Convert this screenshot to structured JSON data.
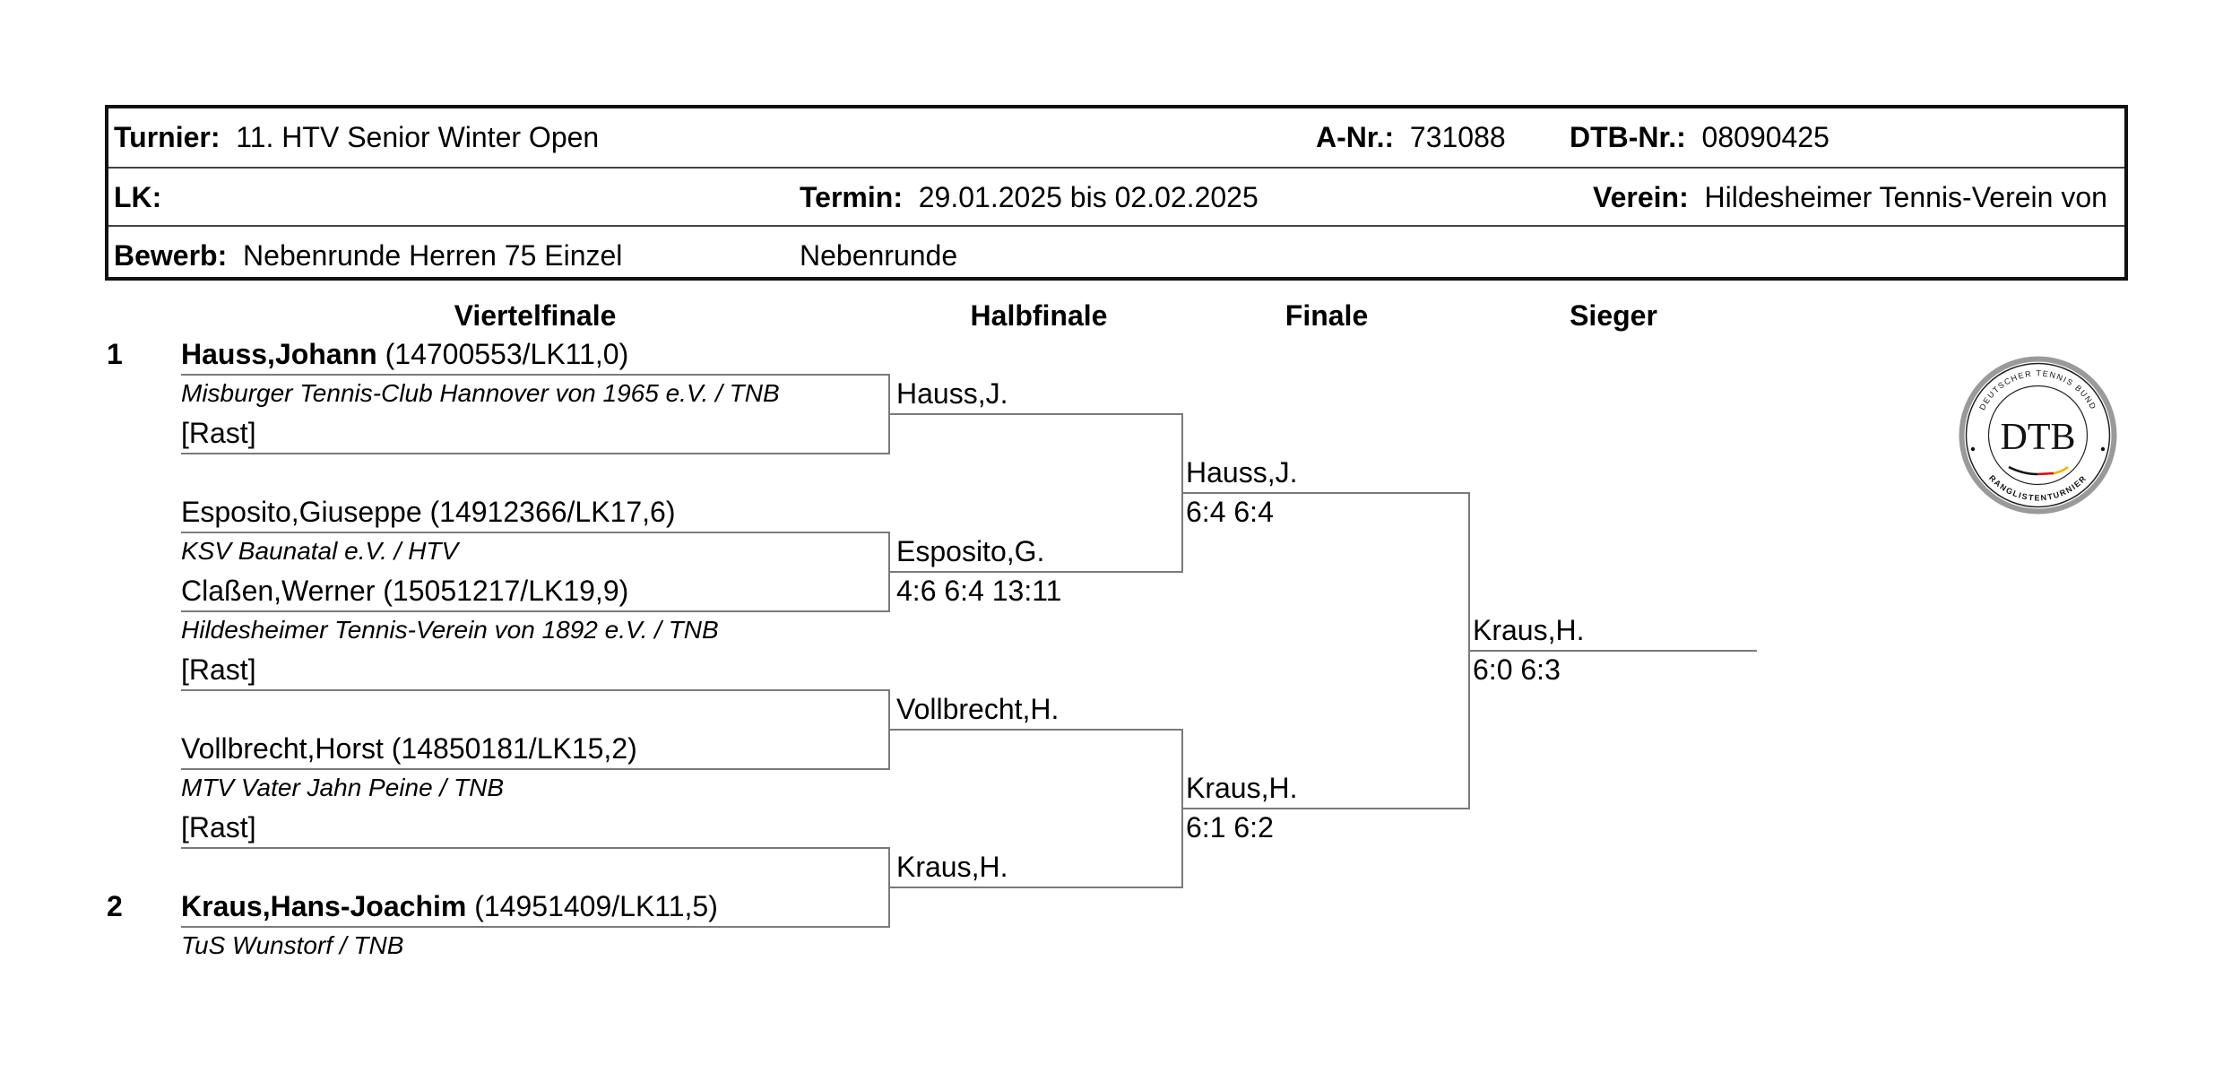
{
  "header": {
    "turnier_label": "Turnier:",
    "turnier": "11. HTV Senior Winter Open",
    "anr_label": "A-Nr.:",
    "anr": "731088",
    "dtbnr_label": "DTB-Nr.:",
    "dtbnr": "08090425",
    "lk_label": "LK:",
    "termin_label": "Termin:",
    "termin": "29.01.2025 bis 02.02.2025",
    "verein_label": "Verein:",
    "verein": "Hildesheimer Tennis-Verein von",
    "bewerb_label": "Bewerb:",
    "bewerb": "Nebenrunde Herren 75 Einzel",
    "runde": "Nebenrunde"
  },
  "rounds": [
    "Viertelfinale",
    "Halbfinale",
    "Finale",
    "Sieger"
  ],
  "players": [
    {
      "seed": "1",
      "name": "Hauss,Johann",
      "info": "(14700553/LK11,0)",
      "club": "Misburger Tennis-Club Hannover von 1965 e.V. / TNB"
    },
    {
      "name": "Esposito,Giuseppe",
      "info": "(14912366/LK17,6)",
      "club": "KSV Baunatal e.V. / HTV"
    },
    {
      "name": "Claßen,Werner",
      "info": "(15051217/LK19,9)",
      "club": "Hildesheimer Tennis-Verein von 1892 e.V. / TNB"
    },
    {
      "name": "Vollbrecht,Horst",
      "info": "(14850181/LK15,2)",
      "club": "MTV Vater Jahn Peine / TNB"
    },
    {
      "seed": "2",
      "name": "Kraus,Hans-Joachim",
      "info": "(14951409/LK11,5)",
      "club": "TuS Wunstorf / TNB"
    }
  ],
  "bye": "[Rast]",
  "quarterfinal_winners": [
    {
      "name": "Hauss,J."
    },
    {
      "name": "Esposito,G.",
      "score": "4:6 6:4 13:11"
    },
    {
      "name": "Vollbrecht,H."
    },
    {
      "name": "Kraus,H."
    }
  ],
  "semifinal_winners": [
    {
      "name": "Hauss,J.",
      "score": "6:4 6:4"
    },
    {
      "name": "Kraus,H.",
      "score": "6:1 6:2"
    }
  ],
  "winner": {
    "name": "Kraus,H.",
    "score": "6:0 6:3"
  },
  "logo": {
    "top_text": "DEUTSCHER TENNIS BUND",
    "letters": "DTB",
    "bottom_text": "RANGLISTENTURNIER"
  }
}
